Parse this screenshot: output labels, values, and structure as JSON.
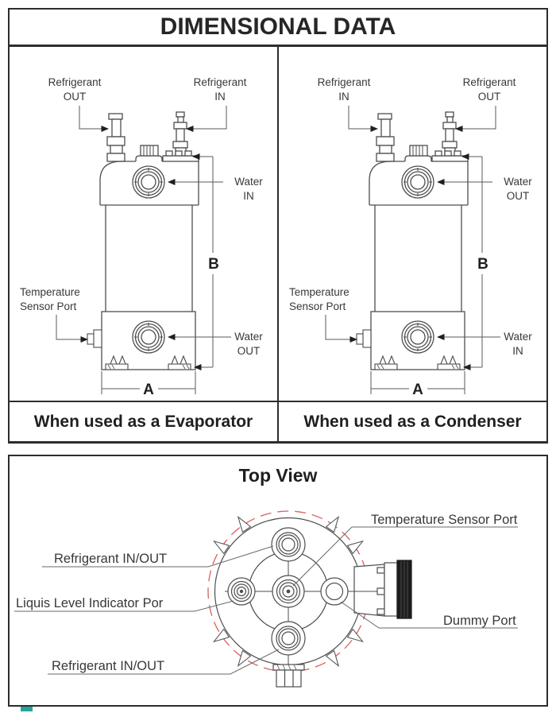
{
  "title": "DIMENSIONAL DATA",
  "panels": [
    {
      "caption": "When used as a Evaporator",
      "labels": {
        "top_left": [
          "Refrigerant",
          "OUT"
        ],
        "top_right": [
          "Refrigerant",
          "IN"
        ],
        "upper_port": [
          "Water",
          "IN"
        ],
        "lower_port": [
          "Water",
          "OUT"
        ],
        "sensor": [
          "Temperature",
          "Sensor Port"
        ],
        "dim_a": "A",
        "dim_b": "B"
      }
    },
    {
      "caption": "When used as a Condenser",
      "labels": {
        "top_left": [
          "Refrigerant",
          "IN"
        ],
        "top_right": [
          "Refrigerant",
          "OUT"
        ],
        "upper_port": [
          "Water",
          "OUT"
        ],
        "lower_port": [
          "Water",
          "IN"
        ],
        "sensor": [
          "Temperature",
          "Sensor Port"
        ],
        "dim_a": "A",
        "dim_b": "B"
      }
    }
  ],
  "top_view": {
    "title": "Top View",
    "labels": {
      "temperature": "Temperature Sensor Port",
      "refrigerant_top": "Refrigerant IN/OUT",
      "liquid_level": "Liquis Level Indicator Por",
      "refrigerant_bottom": "Refrigerant IN/OUT",
      "dummy": "Dummy Port"
    }
  },
  "colors": {
    "line": "#4d4d4d",
    "leader": "#5a5a5a",
    "text": "#383838",
    "border": "#2d2d2d",
    "accent_red": "#dd5e5e",
    "cap_black": "#1c1c1c"
  }
}
